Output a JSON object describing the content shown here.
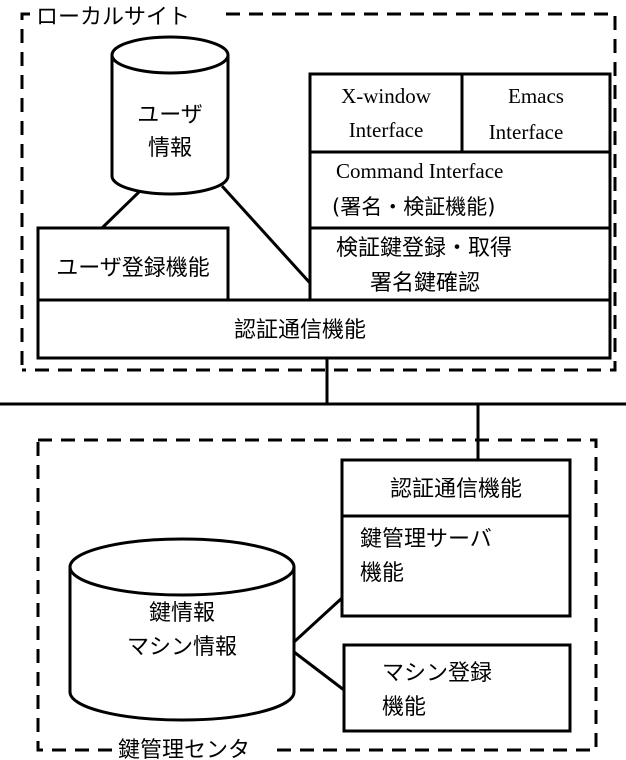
{
  "local_site": {
    "title": "ローカルサイト",
    "user_db": {
      "line1": "ユーザ",
      "line2": "情報"
    },
    "xwindow": {
      "line1": "X-window",
      "line2": "Interface"
    },
    "emacs": {
      "line1": "Emacs",
      "line2": "Interface"
    },
    "command": {
      "line1": "Command Interface",
      "line2": "(署名・検証機能)"
    },
    "verify_key": {
      "line1": "検証鍵登録・取得",
      "line2": "署名鍵確認"
    },
    "user_reg": "ユーザ登録機能",
    "auth_comm": "認証通信機能"
  },
  "key_center": {
    "title": "鍵管理センタ",
    "key_db": {
      "line1": "鍵情報",
      "line2": "マシン情報"
    },
    "auth_comm": "認証通信機能",
    "key_server": {
      "line1": "鍵管理サーバ",
      "line2": "機能"
    },
    "machine_reg": {
      "line1": "マシン登録",
      "line2": "機能"
    }
  }
}
